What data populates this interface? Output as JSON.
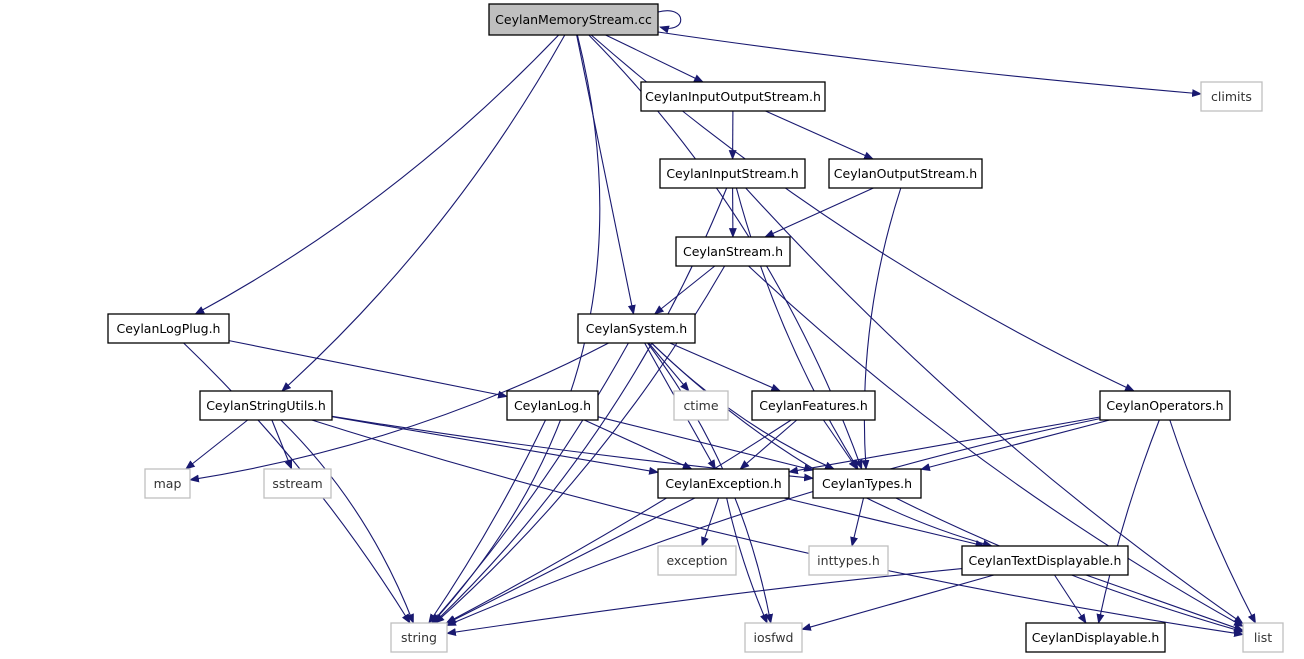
{
  "colors": {
    "edge": "#191970",
    "node_border": "#000000",
    "external_border": "#bfbfbf",
    "root_fill": "#bfbfbf",
    "node_fill": "#ffffff"
  },
  "nodes": [
    {
      "id": "root",
      "label": "CeylanMemoryStream.cc",
      "kind": "root"
    },
    {
      "id": "ios",
      "label": "CeylanInputOutputStream.h",
      "kind": "header"
    },
    {
      "id": "climits",
      "label": "climits",
      "kind": "external"
    },
    {
      "id": "is",
      "label": "CeylanInputStream.h",
      "kind": "header"
    },
    {
      "id": "os",
      "label": "CeylanOutputStream.h",
      "kind": "header"
    },
    {
      "id": "stream",
      "label": "CeylanStream.h",
      "kind": "header"
    },
    {
      "id": "logplug",
      "label": "CeylanLogPlug.h",
      "kind": "header"
    },
    {
      "id": "system",
      "label": "CeylanSystem.h",
      "kind": "header"
    },
    {
      "id": "strutils",
      "label": "CeylanStringUtils.h",
      "kind": "header"
    },
    {
      "id": "log",
      "label": "CeylanLog.h",
      "kind": "header"
    },
    {
      "id": "ctime",
      "label": "ctime",
      "kind": "external"
    },
    {
      "id": "features",
      "label": "CeylanFeatures.h",
      "kind": "header"
    },
    {
      "id": "operators",
      "label": "CeylanOperators.h",
      "kind": "header"
    },
    {
      "id": "map",
      "label": "map",
      "kind": "external"
    },
    {
      "id": "sstream",
      "label": "sstream",
      "kind": "external"
    },
    {
      "id": "exception_h",
      "label": "CeylanException.h",
      "kind": "header"
    },
    {
      "id": "types",
      "label": "CeylanTypes.h",
      "kind": "header"
    },
    {
      "id": "exception",
      "label": "exception",
      "kind": "external"
    },
    {
      "id": "inttypes",
      "label": "inttypes.h",
      "kind": "external"
    },
    {
      "id": "textdisp",
      "label": "CeylanTextDisplayable.h",
      "kind": "header"
    },
    {
      "id": "string",
      "label": "string",
      "kind": "external"
    },
    {
      "id": "iosfwd",
      "label": "iosfwd",
      "kind": "external"
    },
    {
      "id": "disp",
      "label": "CeylanDisplayable.h",
      "kind": "header"
    },
    {
      "id": "list",
      "label": "list",
      "kind": "external"
    }
  ],
  "edges": [
    [
      "root",
      "root"
    ],
    [
      "root",
      "ios"
    ],
    [
      "root",
      "climits"
    ],
    [
      "root",
      "system"
    ],
    [
      "root",
      "logplug"
    ],
    [
      "root",
      "strutils"
    ],
    [
      "root",
      "string"
    ],
    [
      "root",
      "types"
    ],
    [
      "root",
      "operators"
    ],
    [
      "ios",
      "is"
    ],
    [
      "ios",
      "os"
    ],
    [
      "is",
      "stream"
    ],
    [
      "is",
      "string"
    ],
    [
      "is",
      "types"
    ],
    [
      "is",
      "list"
    ],
    [
      "os",
      "stream"
    ],
    [
      "os",
      "types"
    ],
    [
      "stream",
      "system"
    ],
    [
      "stream",
      "string"
    ],
    [
      "stream",
      "list"
    ],
    [
      "logplug",
      "log"
    ],
    [
      "logplug",
      "string"
    ],
    [
      "system",
      "map"
    ],
    [
      "system",
      "string"
    ],
    [
      "system",
      "ctime"
    ],
    [
      "system",
      "features"
    ],
    [
      "system",
      "exception_h"
    ],
    [
      "system",
      "types"
    ],
    [
      "system",
      "iosfwd"
    ],
    [
      "system",
      "textdisp"
    ],
    [
      "strutils",
      "map"
    ],
    [
      "strutils",
      "sstream"
    ],
    [
      "strutils",
      "string"
    ],
    [
      "strutils",
      "exception_h"
    ],
    [
      "strutils",
      "types"
    ],
    [
      "strutils",
      "list"
    ],
    [
      "log",
      "exception_h"
    ],
    [
      "log",
      "types"
    ],
    [
      "log",
      "string"
    ],
    [
      "features",
      "exception_h"
    ],
    [
      "features",
      "types"
    ],
    [
      "features",
      "string"
    ],
    [
      "operators",
      "exception_h"
    ],
    [
      "operators",
      "types"
    ],
    [
      "operators",
      "string"
    ],
    [
      "operators",
      "list"
    ],
    [
      "operators",
      "disp"
    ],
    [
      "exception_h",
      "exception"
    ],
    [
      "exception_h",
      "iosfwd"
    ],
    [
      "exception_h",
      "string"
    ],
    [
      "exception_h",
      "textdisp"
    ],
    [
      "types",
      "inttypes"
    ],
    [
      "types",
      "list"
    ],
    [
      "textdisp",
      "disp"
    ],
    [
      "textdisp",
      "string"
    ],
    [
      "textdisp",
      "iosfwd"
    ],
    [
      "textdisp",
      "list"
    ]
  ]
}
